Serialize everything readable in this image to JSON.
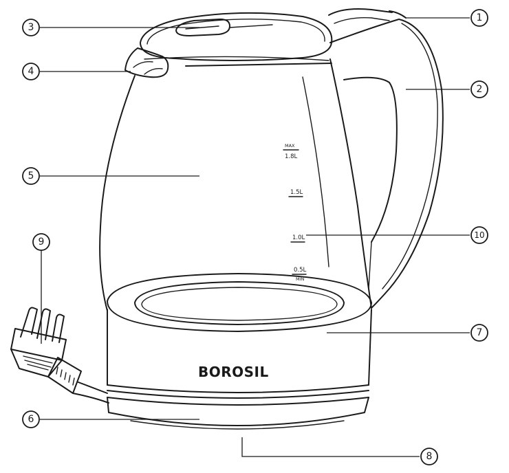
{
  "brand": "BOROSIL",
  "scale": {
    "max": "MAX",
    "max_value": "1.8L",
    "mark_1_5": "1.5L",
    "mark_1_0": "1.0L",
    "mark_0_5": "0.5L",
    "min": "MIN"
  },
  "callouts": {
    "c1": "1",
    "c2": "2",
    "c3": "3",
    "c4": "4",
    "c5": "5",
    "c6": "6",
    "c7": "7",
    "c8": "8",
    "c9": "9",
    "c10": "10"
  }
}
